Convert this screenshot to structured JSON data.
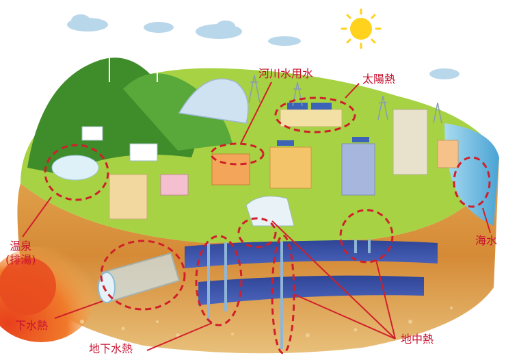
{
  "labels": {
    "river_water": "河川水用水",
    "solar_heat": "太陽熱",
    "hot_spring_line1": "温泉",
    "hot_spring_line2": "(排湯)",
    "seawater": "海水",
    "sewage_heat": "下水熱",
    "groundwater_heat": "地下水熱",
    "geothermal_heat": "地中熱"
  },
  "colors": {
    "annotation": "#c8102e",
    "sky": "#ffffff",
    "grass": "#9ccc3c",
    "forest": "#4f9a2e",
    "soil": "#d08a3a",
    "soil_light": "#e7b268",
    "aquifer": "#3a54a8",
    "sea": "#5fb2de",
    "sun": "#ffd21e"
  },
  "icons": [
    "sun-icon",
    "cloud-icon",
    "wind-turbine-icon",
    "power-tower-icon",
    "building-icon",
    "pipe-icon"
  ]
}
